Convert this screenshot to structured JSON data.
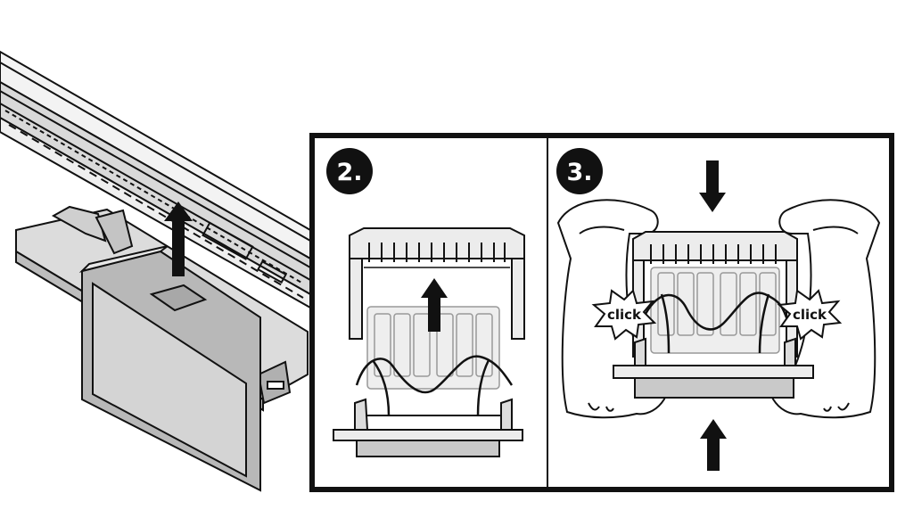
{
  "steps": [
    {
      "label": "2."
    },
    {
      "label": "3."
    }
  ],
  "annotations": {
    "click_left": "click",
    "click_right": "click"
  },
  "colors": {
    "line": "#111111",
    "panel_fill": "#e6e6e6",
    "component_fill": "#cfcfcf",
    "badge_fill": "#111111",
    "arrow_fill": "#111111"
  },
  "icons": [
    "arrow-up-icon",
    "arrow-down-icon",
    "hand-icon",
    "starburst-icon"
  ]
}
